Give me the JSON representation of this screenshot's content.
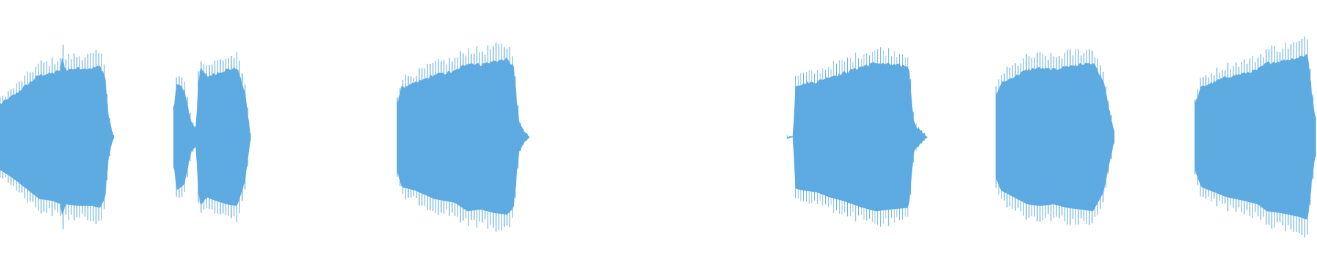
{
  "waveform": {
    "color": "#5dabe1",
    "background": "#ffffff",
    "duration_fraction_visible": 1.0,
    "segments": [
      {
        "label": "",
        "start": 0.0,
        "end": 0.0872,
        "shape": [
          [
            0.0,
            0.38
          ],
          [
            0.01,
            0.48
          ],
          [
            0.02,
            0.6
          ],
          [
            0.03,
            0.72
          ],
          [
            0.04,
            0.74
          ],
          [
            0.046,
            0.78
          ],
          [
            0.047,
            0.92
          ],
          [
            0.05,
            0.78
          ],
          [
            0.06,
            0.8
          ],
          [
            0.07,
            0.8
          ],
          [
            0.076,
            0.82
          ],
          [
            0.08,
            0.7
          ],
          [
            0.082,
            0.3
          ],
          [
            0.085,
            0.06
          ],
          [
            0.0872,
            0.0
          ]
        ]
      },
      {
        "label": "",
        "start": 0.1318,
        "end": 0.1903,
        "shape": [
          [
            0.1318,
            0.3
          ],
          [
            0.134,
            0.62
          ],
          [
            0.14,
            0.55
          ],
          [
            0.145,
            0.18
          ],
          [
            0.149,
            0.1
          ],
          [
            0.15,
            0.56
          ],
          [
            0.152,
            0.8
          ],
          [
            0.157,
            0.7
          ],
          [
            0.164,
            0.74
          ],
          [
            0.172,
            0.78
          ],
          [
            0.18,
            0.8
          ],
          [
            0.186,
            0.52
          ],
          [
            0.1903,
            0.02
          ]
        ]
      },
      {
        "label": "",
        "start": 0.3016,
        "end": 0.4024,
        "shape": [
          [
            0.3016,
            0.4
          ],
          [
            0.305,
            0.58
          ],
          [
            0.315,
            0.62
          ],
          [
            0.33,
            0.72
          ],
          [
            0.345,
            0.76
          ],
          [
            0.355,
            0.86
          ],
          [
            0.365,
            0.84
          ],
          [
            0.375,
            0.88
          ],
          [
            0.385,
            0.9
          ],
          [
            0.39,
            0.82
          ],
          [
            0.394,
            0.18
          ],
          [
            0.398,
            0.06
          ],
          [
            0.4024,
            0.0
          ]
        ]
      },
      {
        "label": "",
        "start": 0.5977,
        "end": 0.7043,
        "shape": [
          [
            0.5977,
            0.02
          ],
          [
            0.602,
            0.0
          ],
          [
            0.604,
            0.6
          ],
          [
            0.61,
            0.62
          ],
          [
            0.62,
            0.64
          ],
          [
            0.63,
            0.7
          ],
          [
            0.64,
            0.74
          ],
          [
            0.655,
            0.82
          ],
          [
            0.665,
            0.86
          ],
          [
            0.676,
            0.84
          ],
          [
            0.69,
            0.82
          ],
          [
            0.694,
            0.16
          ],
          [
            0.7,
            0.06
          ],
          [
            0.7043,
            0.0
          ]
        ]
      },
      {
        "label": "",
        "start": 0.7563,
        "end": 0.8469,
        "shape": [
          [
            0.7563,
            0.48
          ],
          [
            0.76,
            0.62
          ],
          [
            0.77,
            0.7
          ],
          [
            0.78,
            0.78
          ],
          [
            0.79,
            0.8
          ],
          [
            0.8,
            0.78
          ],
          [
            0.81,
            0.82
          ],
          [
            0.82,
            0.84
          ],
          [
            0.83,
            0.86
          ],
          [
            0.838,
            0.64
          ],
          [
            0.843,
            0.26
          ],
          [
            0.8469,
            0.0
          ]
        ]
      },
      {
        "label": "",
        "start": 0.9073,
        "end": 1.0,
        "shape": [
          [
            0.9073,
            0.38
          ],
          [
            0.912,
            0.58
          ],
          [
            0.922,
            0.64
          ],
          [
            0.932,
            0.7
          ],
          [
            0.945,
            0.74
          ],
          [
            0.955,
            0.78
          ],
          [
            0.962,
            0.86
          ],
          [
            0.972,
            0.88
          ],
          [
            0.985,
            0.92
          ],
          [
            0.993,
            0.96
          ],
          [
            0.997,
            0.4
          ],
          [
            1.0,
            0.1
          ]
        ]
      }
    ]
  }
}
